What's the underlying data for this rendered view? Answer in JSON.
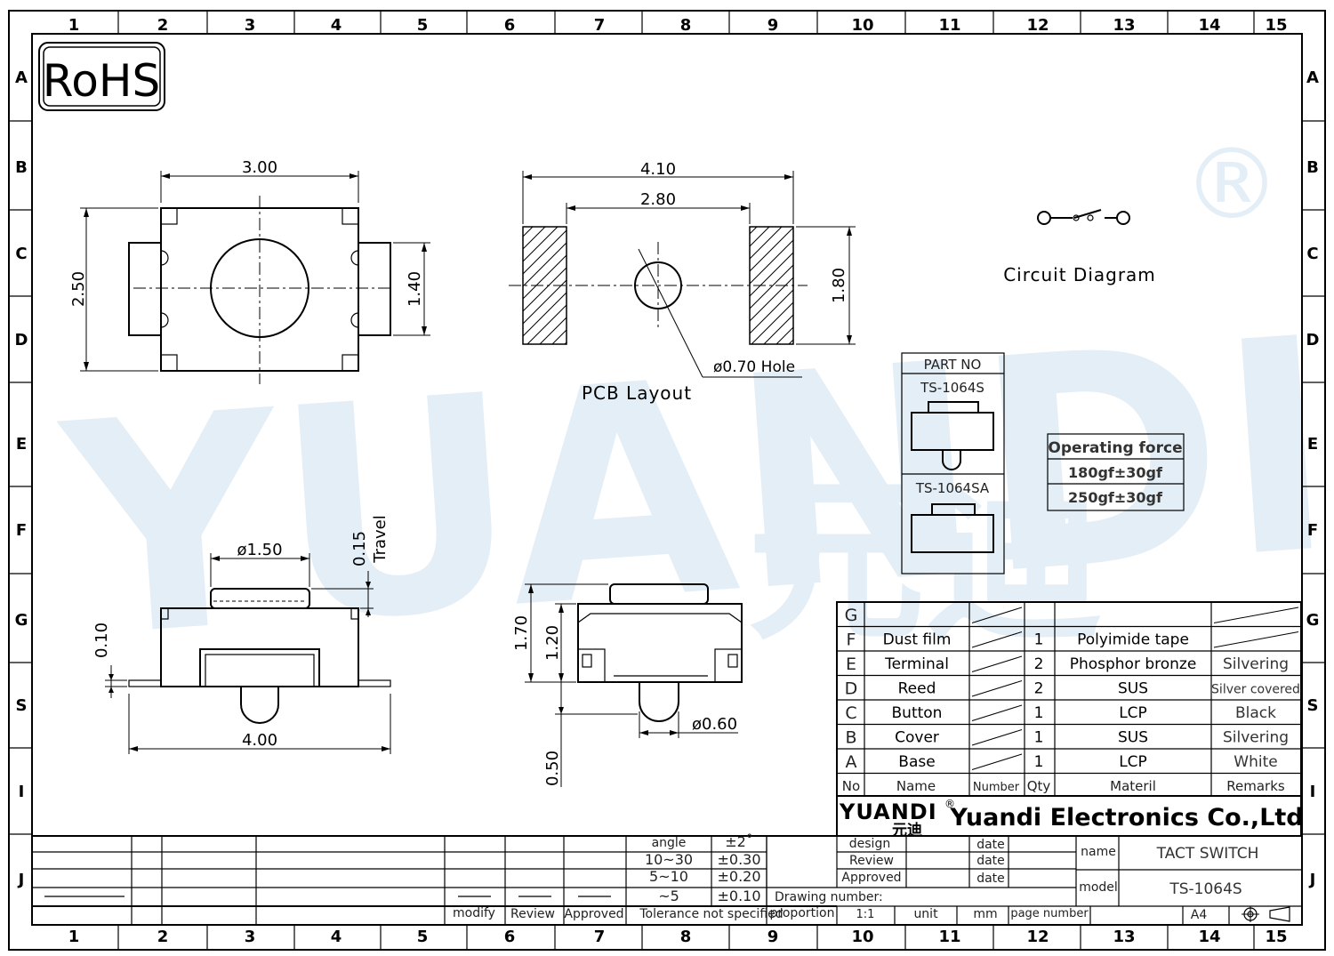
{
  "columns": [
    "1",
    "2",
    "3",
    "4",
    "5",
    "6",
    "7",
    "8",
    "9",
    "10",
    "11",
    "12",
    "13",
    "14",
    "15"
  ],
  "rows": [
    "A",
    "B",
    "C",
    "D",
    "E",
    "F",
    "G",
    "S",
    "I",
    "J"
  ],
  "rohs": "RoHS",
  "watermark": "YUANDI",
  "watermark_cn": "元迪",
  "registered": "®",
  "top_view": {
    "width": "3.00",
    "height": "2.50",
    "terminal": "1.40"
  },
  "pcb": {
    "outer": "4.10",
    "inner": "2.80",
    "pad_height": "1.80",
    "hole": "ø0.70 Hole",
    "caption": "PCB Layout"
  },
  "circuit": {
    "caption": "Circuit Diagram"
  },
  "side_view": {
    "cap": "ø1.50",
    "travel_value": "0.15",
    "travel_label": "Travel",
    "thickness": "0.10",
    "width": "4.00"
  },
  "front_view": {
    "total": "1.70",
    "body": "1.20",
    "stem": "ø0.60",
    "bottom": "0.50"
  },
  "part_box": {
    "header": "PART NO",
    "items": [
      "TS-1064S",
      "TS-1064SA"
    ]
  },
  "force_box": {
    "header": "Operating force",
    "items": [
      "180gf±30gf",
      "250gf±30gf"
    ]
  },
  "bom": {
    "rows": [
      {
        "no": "G",
        "name": "",
        "qty": "",
        "material": "",
        "remarks": ""
      },
      {
        "no": "F",
        "name": "Dust film",
        "qty": "1",
        "material": "Polyimide tape",
        "remarks": ""
      },
      {
        "no": "E",
        "name": "Terminal",
        "qty": "2",
        "material": "Phosphor bronze",
        "remarks": "Silvering"
      },
      {
        "no": "D",
        "name": "Reed",
        "qty": "2",
        "material": "SUS",
        "remarks": "Silver covered"
      },
      {
        "no": "C",
        "name": "Button",
        "qty": "1",
        "material": "LCP",
        "remarks": "Black"
      },
      {
        "no": "B",
        "name": "Cover",
        "qty": "1",
        "material": "SUS",
        "remarks": "Silvering"
      },
      {
        "no": "A",
        "name": "Base",
        "qty": "1",
        "material": "LCP",
        "remarks": "White"
      }
    ],
    "header": {
      "no": "No",
      "name": "Name",
      "number": "Number",
      "qty": "Qty",
      "material": "Materil",
      "remarks": "Remarks"
    }
  },
  "company": {
    "logo": "YUANDI",
    "logo_cn": "元迪",
    "name": "Yuandi Electronics Co.,Ltd"
  },
  "title_block": {
    "tolerance_rows": [
      {
        "range": "angle",
        "value": "±2˚"
      },
      {
        "range": "10~30",
        "value": "±0.30"
      },
      {
        "range": "5~10",
        "value": "±0.20"
      },
      {
        "range": "~5",
        "value": "±0.10"
      }
    ],
    "tolerance_caption": "Tolerance not specified",
    "sign_labels": [
      "modify",
      "Review",
      "Approved"
    ],
    "design": "design",
    "review": "Review",
    "approved": "Approved",
    "date": "date",
    "drawing_number": "Drawing number:",
    "proportion": "proportion",
    "scale": "1:1",
    "unit": "unit",
    "mm": "mm",
    "page_number": "page number",
    "name_label": "name",
    "name_value": "TACT SWITCH",
    "model_label": "model",
    "model_value": "TS-1064S",
    "paper": "A4"
  }
}
